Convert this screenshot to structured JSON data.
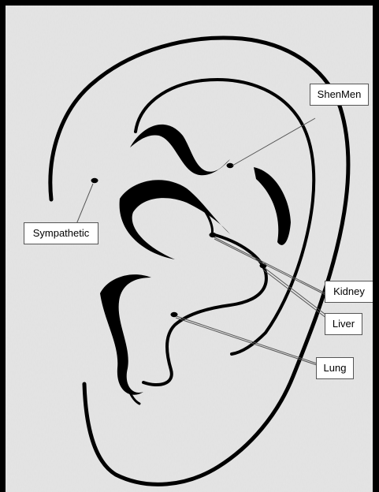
{
  "labels": {
    "shenmen": "ShenMen",
    "sympathetic": "Sympathetic",
    "kidney": "Kidney",
    "liver": "Liver",
    "lung": "Lung"
  },
  "colors": {
    "background": "#d9d9d9",
    "ink": "#000000",
    "label_bg": "#ffffff",
    "leader": "#555555"
  }
}
